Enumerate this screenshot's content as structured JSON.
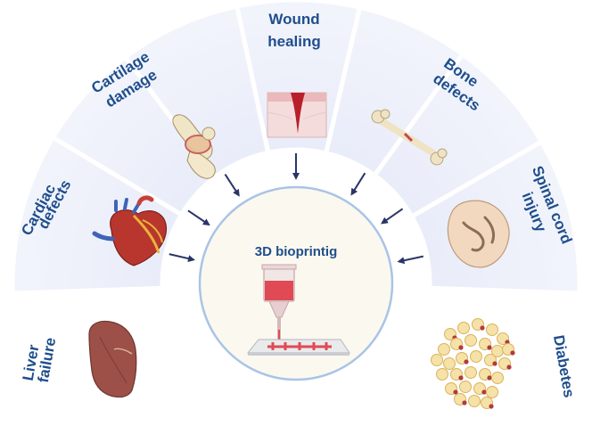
{
  "colors": {
    "sector_fill": "#eceffa",
    "sector_border": "#ffffff",
    "label_color": "#1f4e8c",
    "arrow_color": "#2a3566",
    "center_fill": "#fbf8ef",
    "center_stroke": "#a9c4e6",
    "tissue_red": "#e04a55"
  },
  "center": {
    "title": "3D bioprintig"
  },
  "sectors": [
    {
      "label_line1": "Liver",
      "label_line2": "failure",
      "icon": "liver-icon"
    },
    {
      "label_line1": "Cardiac",
      "label_line2": "defects",
      "icon": "heart-icon"
    },
    {
      "label_line1": "Cartilage",
      "label_line2": "damage",
      "icon": "knee-joint-icon"
    },
    {
      "label_line1": "Wound",
      "label_line2": "healing",
      "icon": "skin-wound-icon"
    },
    {
      "label_line1": "Bone",
      "label_line2": "defects",
      "icon": "bone-icon"
    },
    {
      "label_line1": "Spinal cord",
      "label_line2": "injury",
      "icon": "spinal-cord-icon"
    },
    {
      "label_line1": "Diabetes",
      "label_line2": "",
      "icon": "pancreatic-islets-icon"
    }
  ]
}
